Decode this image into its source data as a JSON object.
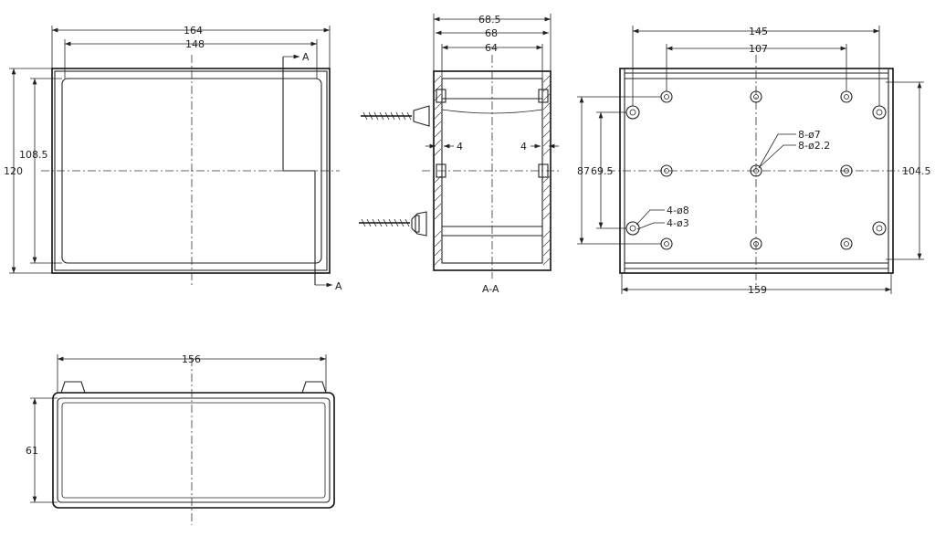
{
  "views": {
    "front": {
      "width_outer": "164",
      "width_inner": "148",
      "height_outer": "120",
      "height_inner": "108.5",
      "section_mark_top": "A",
      "section_mark_bottom": "A"
    },
    "section": {
      "width_a": "68.5",
      "width_b": "68",
      "width_c": "64",
      "wall_left": "4",
      "wall_right": "4",
      "label": "A-A"
    },
    "back": {
      "hole_span_outer": "145",
      "hole_span_inner": "107",
      "width_bottom": "159",
      "height_left_a": "87",
      "height_left_b": "69.5",
      "height_right": "104.5",
      "callout_holes_a_1": "8-ø7",
      "callout_holes_a_2": "8-ø2.2",
      "callout_holes_b_1": "4-ø8",
      "callout_holes_b_2": "4-ø3"
    },
    "bottom": {
      "width": "156",
      "height": "61"
    }
  }
}
